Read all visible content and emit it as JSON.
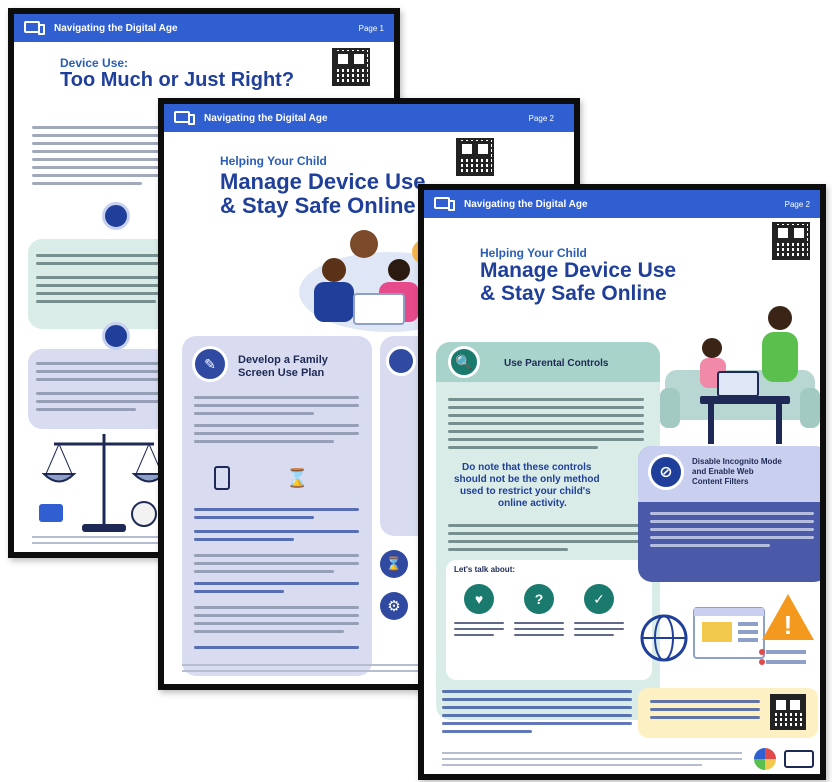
{
  "colors": {
    "header_blue": "#2f5fd0",
    "title_blue": "#1f3f9a",
    "teal_card": "#d9ece8",
    "lavender_card": "#d9dcf0",
    "yellow_box": "#fdf1c4",
    "warning_orange": "#f39a1e"
  },
  "page1": {
    "header": "Navigating the Digital Age",
    "page_num": "Page 1",
    "kicker": "Device Use:",
    "title": "Too Much or Just Right?"
  },
  "page2": {
    "header": "Navigating the Digital Age",
    "page_num": "Page 2",
    "kicker": "Helping Your Child",
    "title_line1": "Manage Device Use",
    "title_line2": "& Stay Safe Online",
    "card_title_line1": "Develop a Family",
    "card_title_line2": "Screen Use Plan",
    "icons": [
      "phone-icon",
      "hourglass-icon",
      "gear-icon"
    ]
  },
  "page3": {
    "header": "Navigating the Digital Age",
    "page_num": "Page 2",
    "kicker": "Helping Your Child",
    "title_line1": "Manage Device Use",
    "title_line2": "& Stay Safe Online",
    "parental_title": "Use Parental Controls",
    "note_line1": "Do note that these controls",
    "note_line2": "should not be the only method",
    "note_line3": "used to restrict your child's",
    "note_line4": "online activity.",
    "incognito_title_line1": "Disable Incognito Mode",
    "incognito_title_line2": "and Enable Web",
    "incognito_title_line3": "Content Filters",
    "lets_talk": "Let's talk about:",
    "talk_icons": [
      "heart-icon",
      "question-icon",
      "check-icon"
    ],
    "warning_glyph": "!"
  }
}
